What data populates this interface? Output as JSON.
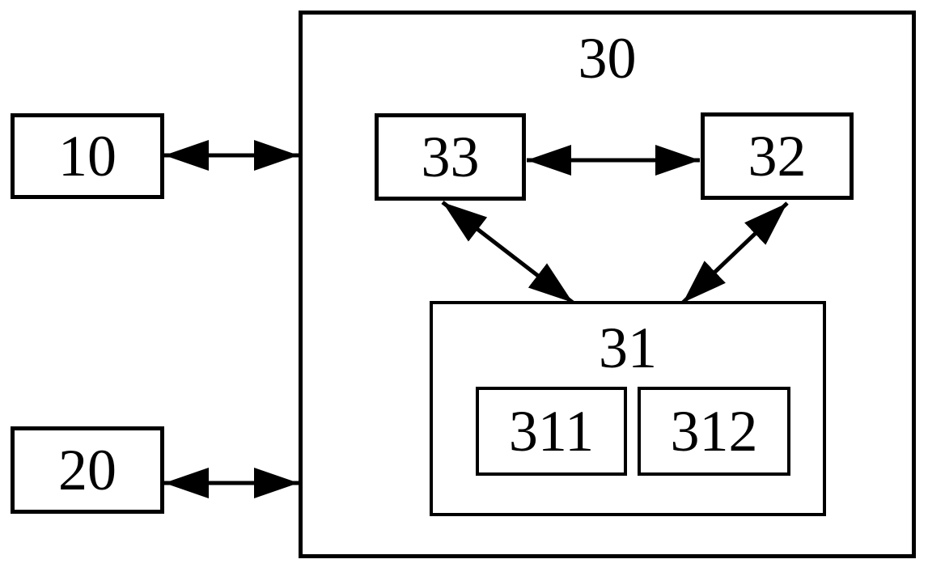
{
  "figure": {
    "type": "block-diagram",
    "background_color": "#ffffff",
    "stroke_color": "#000000",
    "blocks": [
      {
        "id": "10",
        "label": "10"
      },
      {
        "id": "20",
        "label": "20"
      },
      {
        "id": "30",
        "label": "30"
      },
      {
        "id": "33",
        "label": "33"
      },
      {
        "id": "32",
        "label": "32"
      },
      {
        "id": "31",
        "label": "31"
      },
      {
        "id": "311",
        "label": "311"
      },
      {
        "id": "312",
        "label": "312"
      }
    ],
    "connections": [
      {
        "from": "10",
        "to": "30",
        "type": "double-headed-arrow"
      },
      {
        "from": "20",
        "to": "30",
        "type": "double-headed-arrow"
      },
      {
        "from": "33",
        "to": "32",
        "type": "double-headed-arrow"
      },
      {
        "from": "33",
        "to": "31",
        "type": "double-headed-arrow"
      },
      {
        "from": "32",
        "to": "31",
        "type": "double-headed-arrow"
      }
    ]
  }
}
